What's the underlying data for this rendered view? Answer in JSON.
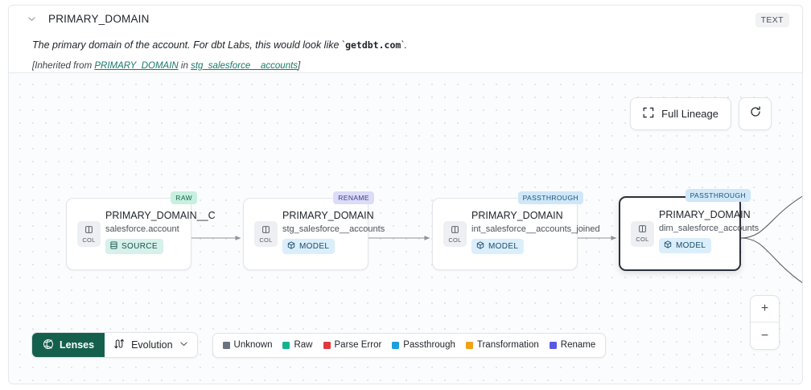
{
  "header": {
    "collapse_icon": "chevron-down-icon",
    "title": "PRIMARY_DOMAIN",
    "type_badge": "TEXT",
    "description_prefix": "The primary domain of the account. For dbt Labs, this would look like `",
    "description_code": "getdbt.com",
    "description_suffix": "`.",
    "inherited_open": "[Inherited from ",
    "inherited_link1": "PRIMARY_DOMAIN",
    "inherited_mid": " in ",
    "inherited_link2": "stg_salesforce__accounts",
    "inherited_close": "]"
  },
  "controls": {
    "full_lineage_label": "Full Lineage",
    "full_lineage_icon": "expand-corners-icon",
    "refresh_icon": "refresh-icon",
    "zoom_in_label": "+",
    "zoom_out_label": "−"
  },
  "lineage": {
    "nodes": [
      {
        "name": "PRIMARY_DOMAIN__C",
        "dataset": "salesforce.account",
        "materialization": "SOURCE",
        "materialization_icon": "database-icon",
        "tag": "RAW",
        "tag_kind": "raw",
        "chip_label": "COL",
        "chip_icon": "column-icon",
        "selected": false
      },
      {
        "name": "PRIMARY_DOMAIN",
        "dataset": "stg_salesforce__accounts",
        "materialization": "MODEL",
        "materialization_icon": "cube-icon",
        "tag": "RENAME",
        "tag_kind": "rename",
        "chip_label": "COL",
        "chip_icon": "column-icon",
        "selected": false
      },
      {
        "name": "PRIMARY_DOMAIN",
        "dataset": "int_salesforce__accounts_joined",
        "materialization": "MODEL",
        "materialization_icon": "cube-icon",
        "tag": "PASSTHROUGH",
        "tag_kind": "passthrough",
        "chip_label": "COL",
        "chip_icon": "column-icon",
        "selected": false
      },
      {
        "name": "PRIMARY_DOMAIN",
        "dataset": "dim_salesforce_accounts",
        "materialization": "MODEL",
        "materialization_icon": "cube-icon",
        "tag": "PASSTHROUGH",
        "tag_kind": "passthrough",
        "chip_label": "COL",
        "chip_icon": "column-icon",
        "selected": true
      }
    ]
  },
  "toolbar": {
    "lenses_label": "Lenses",
    "lenses_icon": "aperture-icon",
    "evolution_label": "Evolution",
    "evolution_icon": "evolution-arrows-icon",
    "evolution_chevron": "chevron-down-icon",
    "legend": [
      {
        "label": "Unknown",
        "color": "#6b7280"
      },
      {
        "label": "Raw",
        "color": "#13b392"
      },
      {
        "label": "Parse Error",
        "color": "#e0393e"
      },
      {
        "label": "Passthrough",
        "color": "#1ba0e0"
      },
      {
        "label": "Transformation",
        "color": "#f2a114"
      },
      {
        "label": "Rename",
        "color": "#5b57e8"
      }
    ]
  }
}
